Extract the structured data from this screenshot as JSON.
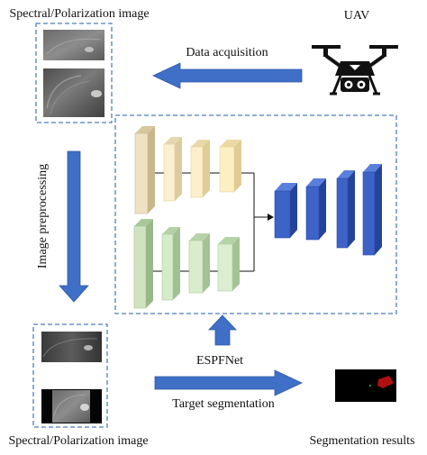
{
  "labels": {
    "top_left_title": "Spectral/Polarization image",
    "uav_label": "UAV",
    "data_acquisition": "Data acquisition",
    "image_preprocessing": "Image preprocessing",
    "espfnet": "ESPFNet",
    "target_segmentation": "Target segmentation",
    "bottom_left_title": "Spectral/Polarization image",
    "segmentation_results": "Segmentation results"
  },
  "colors": {
    "arrow_blue": "#3f6fc6",
    "dashed_border": "#4a7fc0",
    "tan_block": "#efe2c4",
    "tan_block_side": "#d8c79f",
    "green_block": "#cfe3c0",
    "green_block_side": "#a9c89a",
    "blue_block": "#3d63c9",
    "blue_block_side": "#24449b"
  },
  "icons": {
    "uav": "drone-icon",
    "arrow": "block-arrow"
  }
}
